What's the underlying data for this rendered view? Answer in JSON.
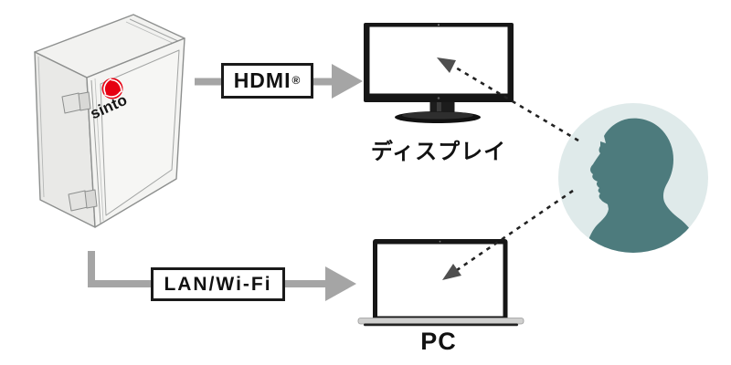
{
  "device_box": {
    "brand_logo_text": "sinto"
  },
  "connections": {
    "hdmi": {
      "label": "HDMI",
      "registered_mark": "®"
    },
    "lan_wifi": {
      "label": "LAN/Wi-Fi"
    }
  },
  "endpoints": {
    "display": {
      "label": "ディスプレイ"
    },
    "pc": {
      "label": "PC"
    }
  },
  "colors": {
    "connector_gray": "#a5a5a5",
    "label_border": "#1a1a1a",
    "brand_red": "#e60012",
    "person_circle_bg": "#dfeaea",
    "person_silhouette": "#4d7b7d",
    "dashed_arrow": "#222222",
    "device_fill": "#f2f2f0",
    "screen_bezel": "#161616"
  },
  "icons": {
    "control-box-icon": "isometric-cabinet",
    "brand-swirl-icon": "red-pinwheel",
    "monitor-icon": "flat-screen-display",
    "laptop-icon": "notebook-pc",
    "person-icon": "head-silhouette-in-circle",
    "solid-arrow-icon": "→",
    "dashed-arrow-icon": "⇠"
  }
}
